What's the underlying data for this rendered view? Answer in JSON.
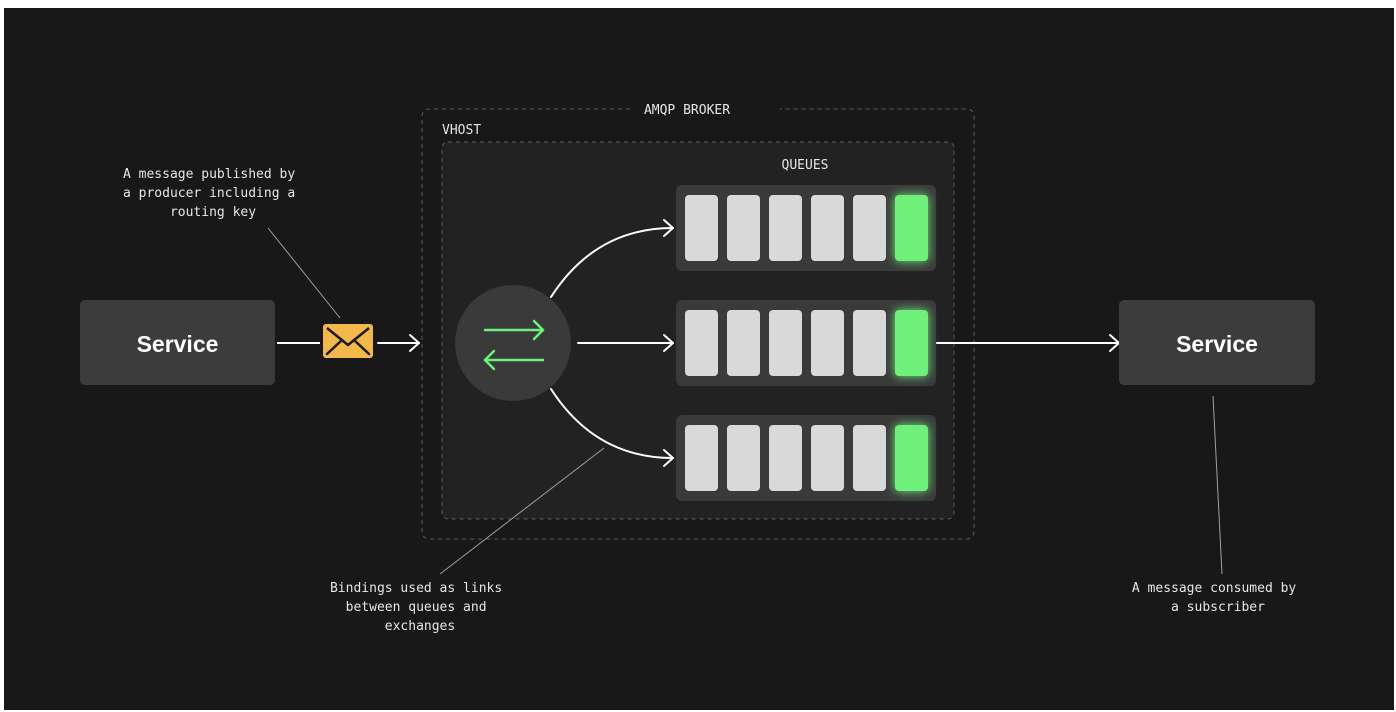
{
  "broker_label": "AMQP BROKER",
  "vhost_label": "VHOST",
  "queues_label": "QUEUES",
  "producer_label": "Service",
  "consumer_label": "Service",
  "publish_note": [
    "A message published by",
    "a producer including a",
    "routing key"
  ],
  "binding_note": [
    "Bindings used as links",
    "between queues and",
    "exchanges"
  ],
  "consume_note": [
    "A message consumed by",
    "a subscriber"
  ],
  "queues": [
    {
      "messages": 6,
      "highlighted_last": true
    },
    {
      "messages": 6,
      "highlighted_last": true
    },
    {
      "messages": 6,
      "highlighted_last": true
    }
  ],
  "colors": {
    "background": "#181818",
    "panel": "#222222",
    "service_box": "#3c3c3c",
    "exchange_circle": "#3a3a3a",
    "queue_track": "#3a3a3a",
    "message": "#d9d9d9",
    "active_message": "#6ef07a",
    "envelope": "#f2b84b",
    "text": "#ffffff",
    "muted_text": "#e6e6e6"
  },
  "icons": {
    "exchange": "swap-arrows-icon",
    "message": "envelope-icon"
  }
}
